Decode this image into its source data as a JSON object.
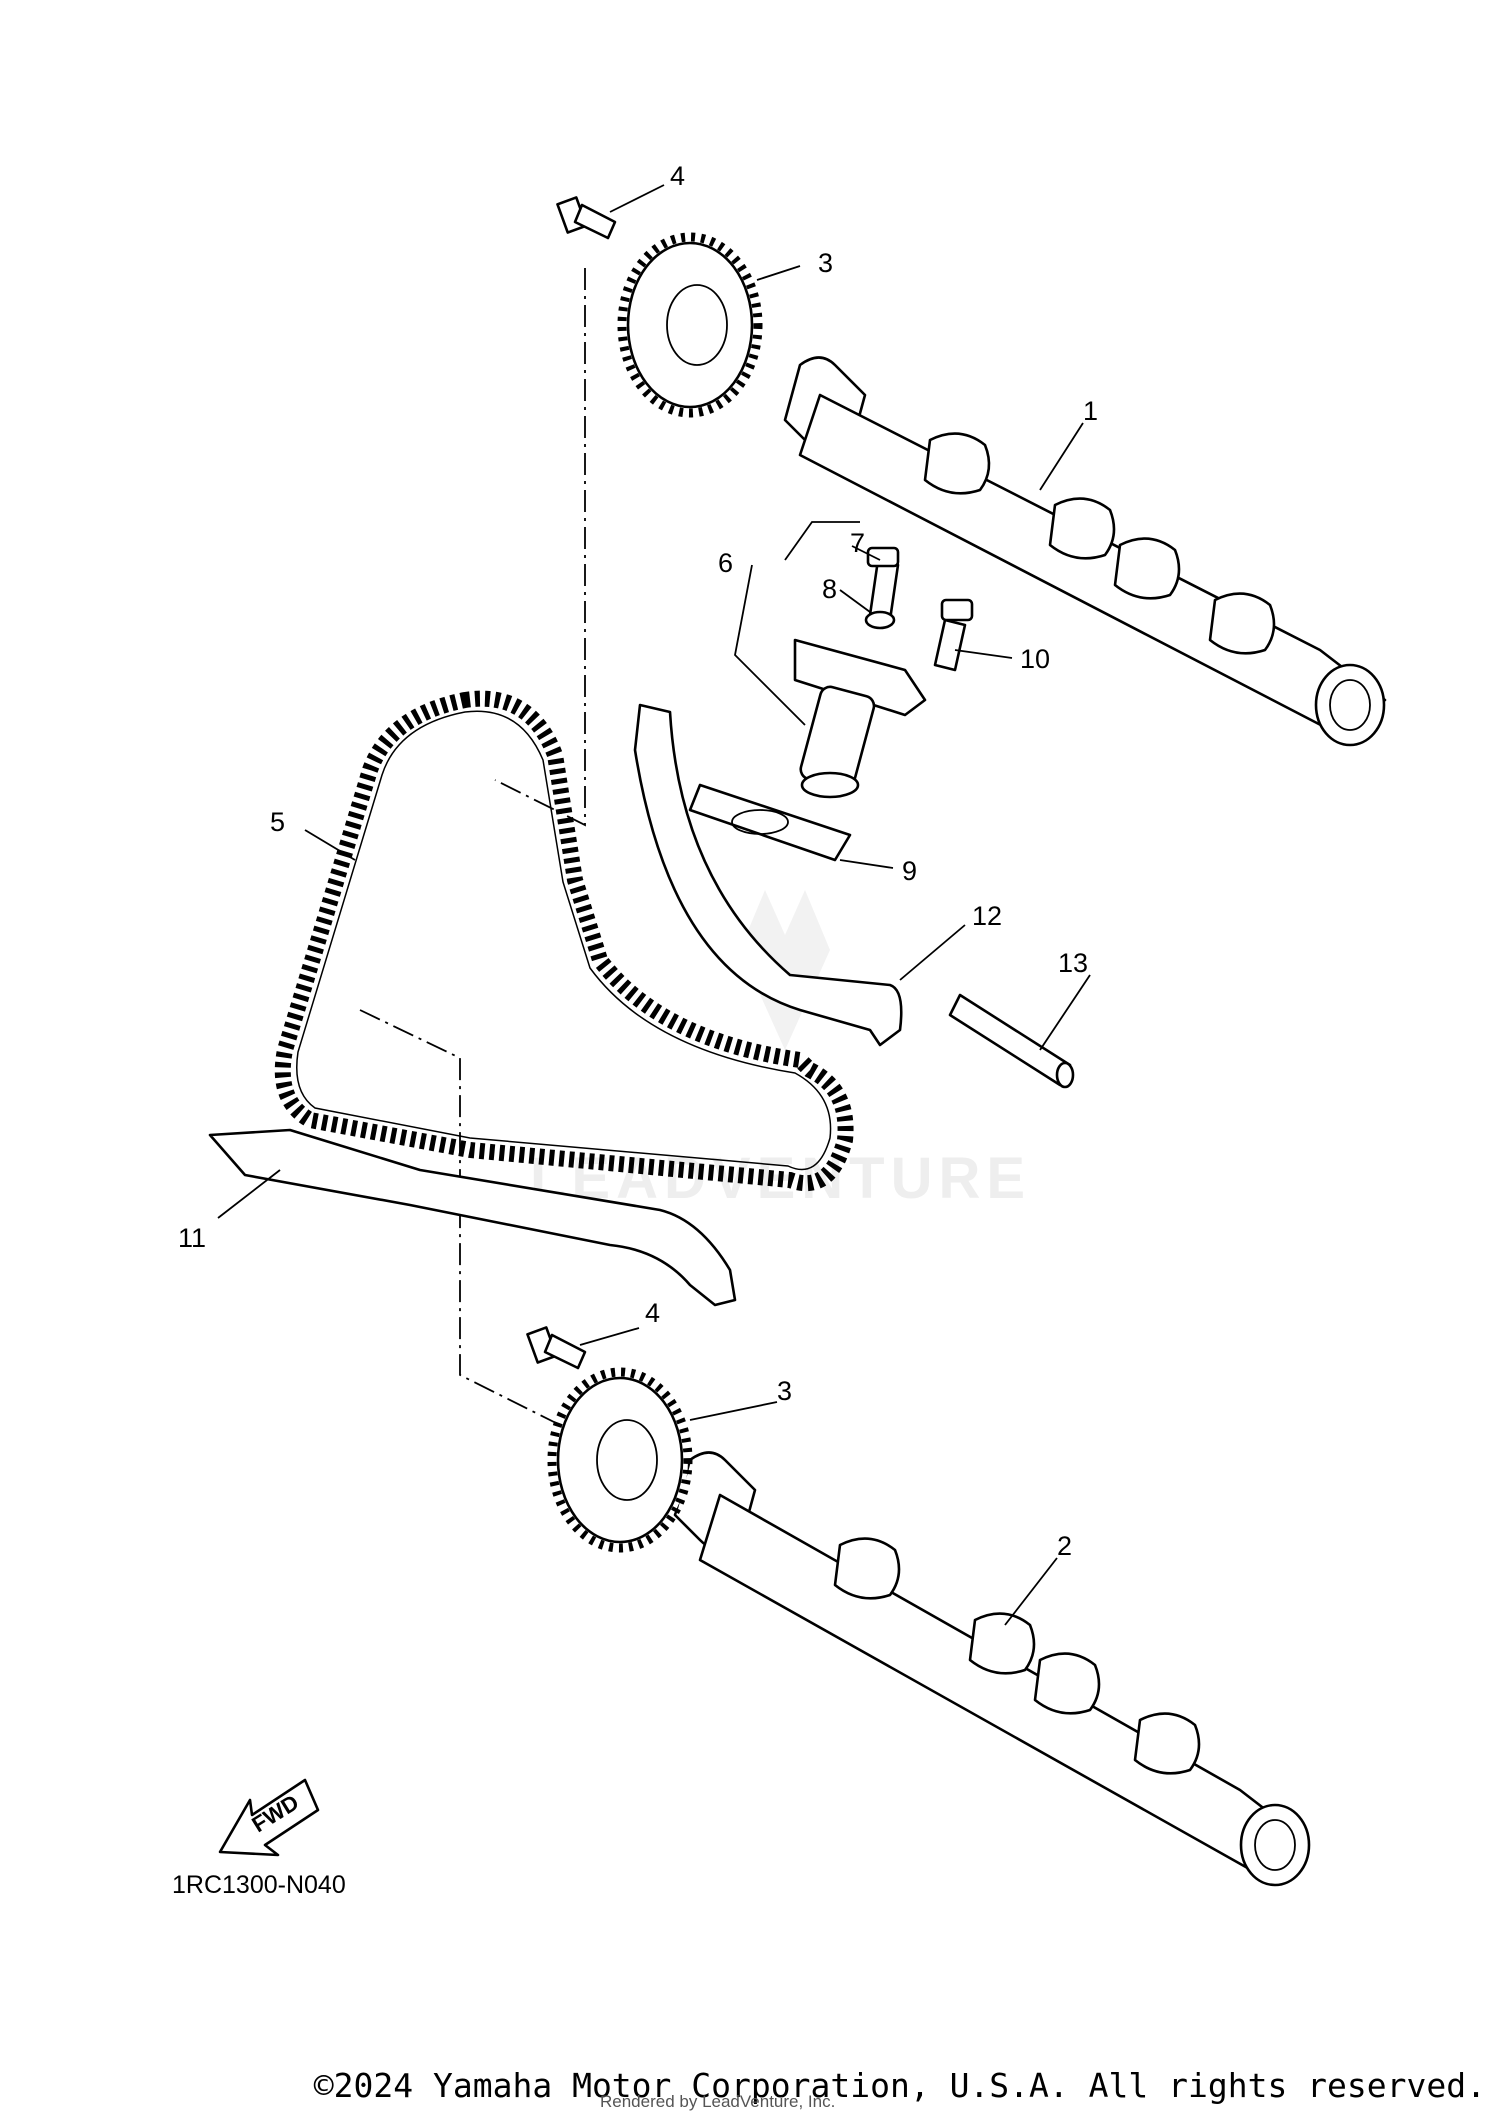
{
  "diagram": {
    "callouts": [
      "1",
      "2",
      "3",
      "3",
      "4",
      "4",
      "5",
      "6",
      "7",
      "8",
      "9",
      "10",
      "11",
      "12",
      "13"
    ],
    "drawing_code": "1RC1300-N040",
    "direction_marker": "FWD",
    "watermark": "LEADVENTURE"
  },
  "footer": {
    "copyright": "©2024 Yamaha Motor Corporation, U.S.A. All rights reserved.",
    "rendered_by": "Rendered by LeadVenture, Inc."
  }
}
